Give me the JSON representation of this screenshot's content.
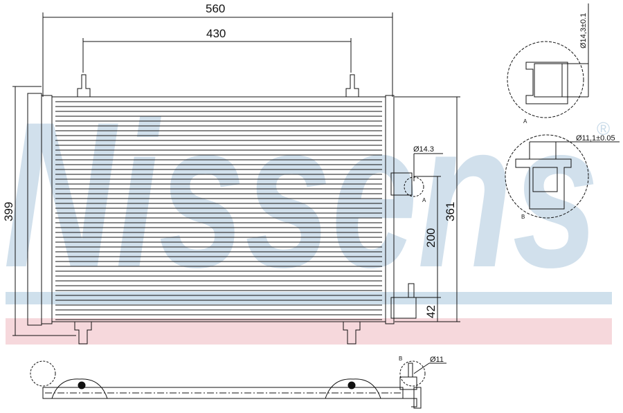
{
  "watermark": {
    "brand": "Nissens",
    "registered_mark": "®",
    "colors": {
      "blue": "#c9dbe9",
      "pink": "#f5d6da"
    }
  },
  "dimensions": {
    "overall_width": "560",
    "mount_spacing": "430",
    "overall_height": "399",
    "core_height": "361",
    "port_spacing": "200",
    "bottom_port_offset": "42",
    "port_a_diameter": "Ø14.3",
    "port_b_diameter": "Ø11"
  },
  "details": {
    "a": {
      "label": "A",
      "diameter": "Ø14,3±0.1"
    },
    "b": {
      "label": "B",
      "diameter": "Ø11,1±0.05"
    }
  },
  "callouts": {
    "a": "A",
    "b": "B"
  }
}
